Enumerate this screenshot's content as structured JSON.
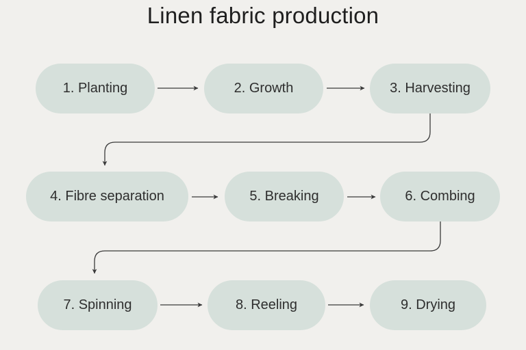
{
  "title": "Linen fabric production",
  "colors": {
    "background": "#f1f0ed",
    "node_fill": "#d6e0db",
    "title_text": "#1f1f1f",
    "node_text": "#2e2e2e",
    "line": "#3a3a3a"
  },
  "nodes": [
    {
      "label": "1. Planting"
    },
    {
      "label": "2. Growth"
    },
    {
      "label": "3. Harvesting"
    },
    {
      "label": "4. Fibre separation"
    },
    {
      "label": "5. Breaking"
    },
    {
      "label": "6. Combing"
    },
    {
      "label": "7. Spinning"
    },
    {
      "label": "8. Reeling"
    },
    {
      "label": "9. Drying"
    }
  ],
  "edges": [
    {
      "from": "1. Planting",
      "to": "2. Growth"
    },
    {
      "from": "2. Growth",
      "to": "3. Harvesting"
    },
    {
      "from": "3. Harvesting",
      "to": "4. Fibre separation"
    },
    {
      "from": "4. Fibre separation",
      "to": "5. Breaking"
    },
    {
      "from": "5. Breaking",
      "to": "6. Combing"
    },
    {
      "from": "6. Combing",
      "to": "7. Spinning"
    },
    {
      "from": "7. Spinning",
      "to": "8. Reeling"
    },
    {
      "from": "8. Reeling",
      "to": "9. Drying"
    }
  ]
}
